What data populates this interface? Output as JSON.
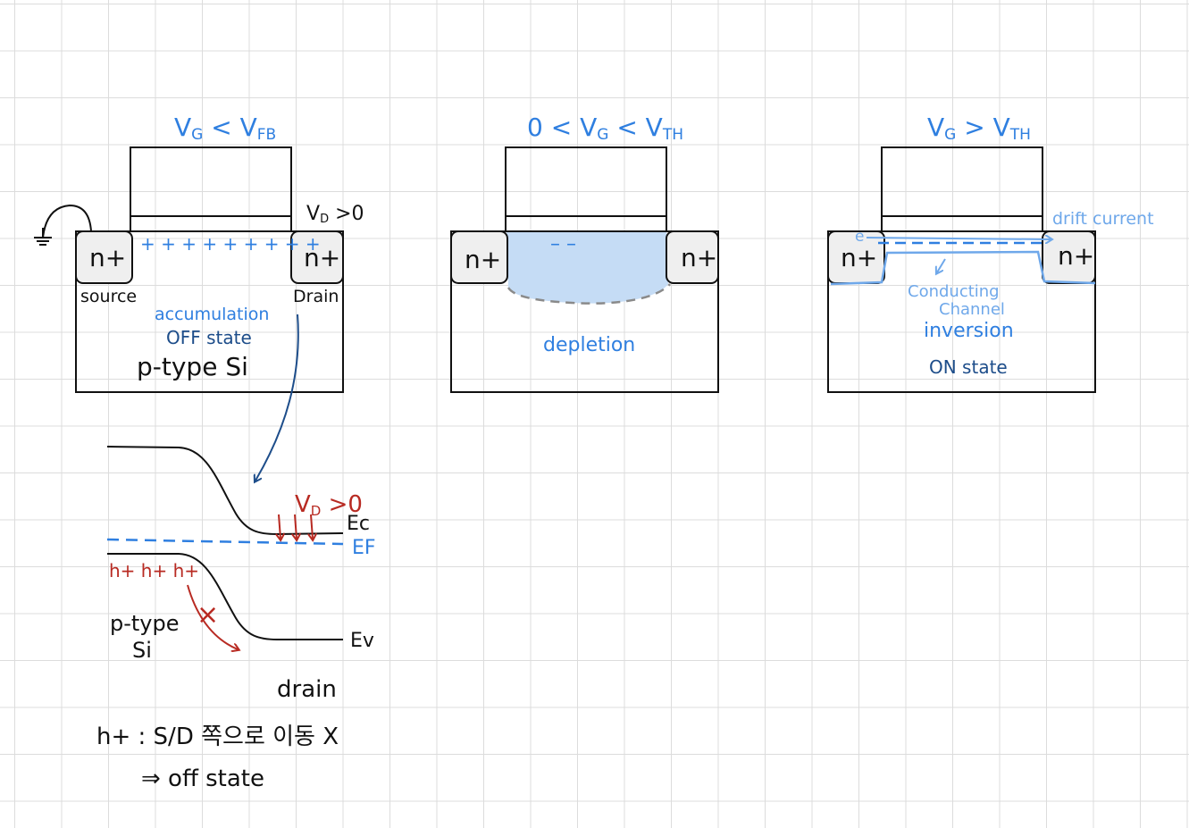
{
  "colors": {
    "ink": "#111111",
    "blue": "#2f7fe0",
    "light_blue": "#6fa8ea",
    "navy": "#1d4d8a",
    "red": "#b82a22",
    "depletion_fill": "#c5dcf5",
    "nplus_fill": "#efefef",
    "gray_dash": "#8a8a8a"
  },
  "panel1": {
    "title_v": "V",
    "title_sub1": "G",
    "title_op": " < V",
    "title_sub2": "FB",
    "vd_label": "V",
    "vd_sub": "D",
    "vd_rest": " >0",
    "nplus_left": "n+",
    "nplus_right": "n+",
    "charges": "+ + + + + + + + +",
    "source_label": "source",
    "drain_label": "Drain",
    "accumulation_label": "accumulation",
    "state_label": "OFF state",
    "substrate_label": "p-type Si"
  },
  "panel2": {
    "title_pre": "0 < V",
    "title_sub1": "G",
    "title_op": " < V",
    "title_sub2": "TH",
    "nplus_left": "n+",
    "nplus_right": "n+",
    "charges": "– –",
    "depletion_label": "depletion"
  },
  "panel3": {
    "title_v": "V",
    "title_sub1": "G",
    "title_op": " > V",
    "title_sub2": "TH",
    "nplus_left": "n+",
    "nplus_right": "n+",
    "electron": "e",
    "drift_label": "drift current",
    "channel_label_1": "Conducting",
    "channel_label_2": "Channel",
    "inversion_label": "inversion",
    "state_label": "ON state"
  },
  "band": {
    "vd_label": "V",
    "vd_sub": "D",
    "vd_rest": " >0",
    "ec_label": "Ec",
    "ef_label": "EF",
    "ev_label": "Ev",
    "holes_label": "h+ h+ h+",
    "cross_mark": "×",
    "substrate_line1": "p-type",
    "substrate_line2": "Si",
    "drain_label": "drain"
  },
  "notes": {
    "line1": "h+ : S/D 쪽으로 이동 X",
    "line2": "⇒ off state"
  }
}
